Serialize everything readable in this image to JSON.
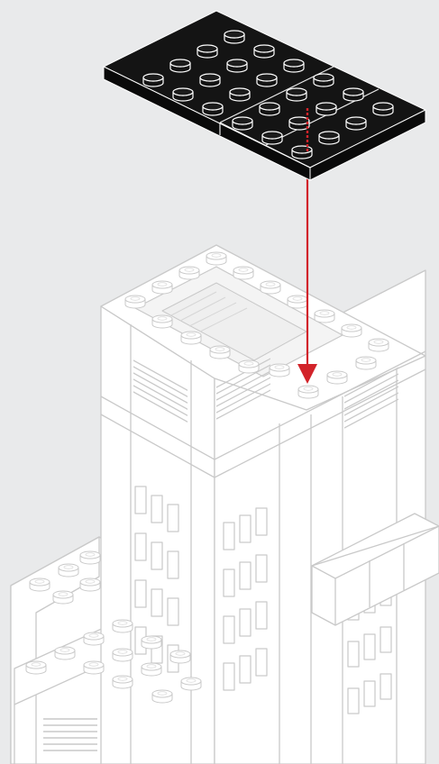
{
  "diagram": {
    "kind": "building-instruction-step",
    "background_color": "#e9eaeb",
    "new_part": {
      "description": "4x6 plate",
      "color": "#141414",
      "stud_rows": 4,
      "stud_cols": 6
    },
    "arrow": {
      "color": "#d2232a",
      "direction": "down"
    },
    "model": {
      "fill_color": "#ffffff",
      "line_color": "#c9c9c9"
    }
  }
}
